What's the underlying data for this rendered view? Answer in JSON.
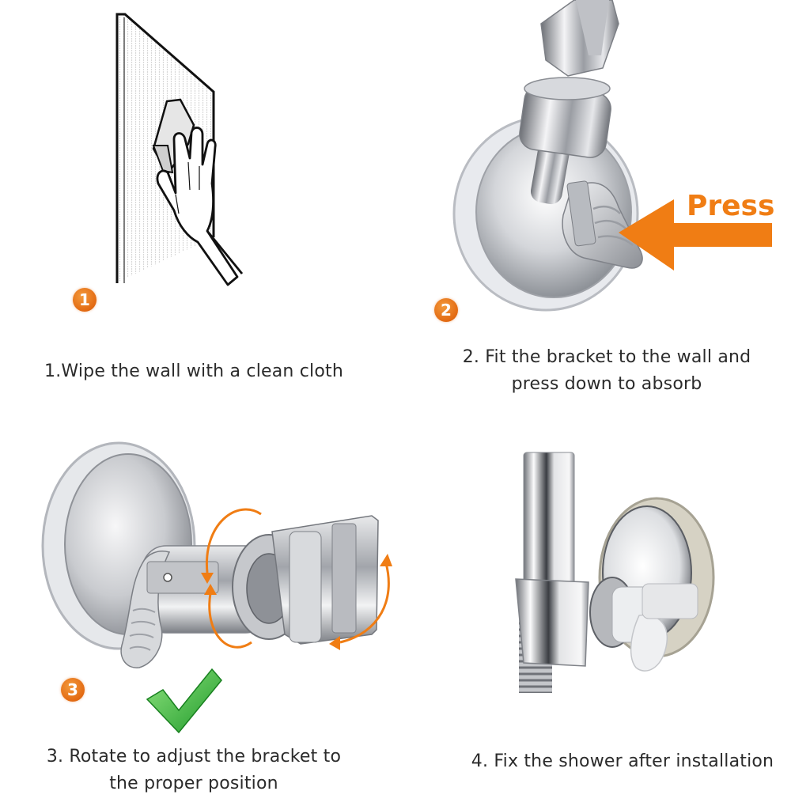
{
  "steps": [
    {
      "number": "1",
      "caption_line1": "1.Wipe the wall with a clean cloth",
      "caption_line2": "",
      "illustration": "hand-wiping-wall-with-sponge"
    },
    {
      "number": "2",
      "caption_line1": "2. Fit the bracket to the wall and",
      "caption_line2": "press down to absorb",
      "illustration": "suction-bracket-press-lever",
      "callout": "Press"
    },
    {
      "number": "3",
      "caption_line1": "3. Rotate to adjust the bracket to",
      "caption_line2": "the proper position",
      "illustration": "bracket-rotation-arrows",
      "icon": "green-checkmark"
    },
    {
      "number": "4",
      "caption_line1": "4. Fix the shower after installation",
      "caption_line2": "",
      "illustration": "shower-head-mounted-in-bracket"
    }
  ],
  "colors": {
    "accent_orange": "#f07d14",
    "badge_orange": "#e36a12",
    "check_green": "#3cb83c",
    "chrome": "#c8c8cc",
    "text": "#2b2b2b"
  }
}
